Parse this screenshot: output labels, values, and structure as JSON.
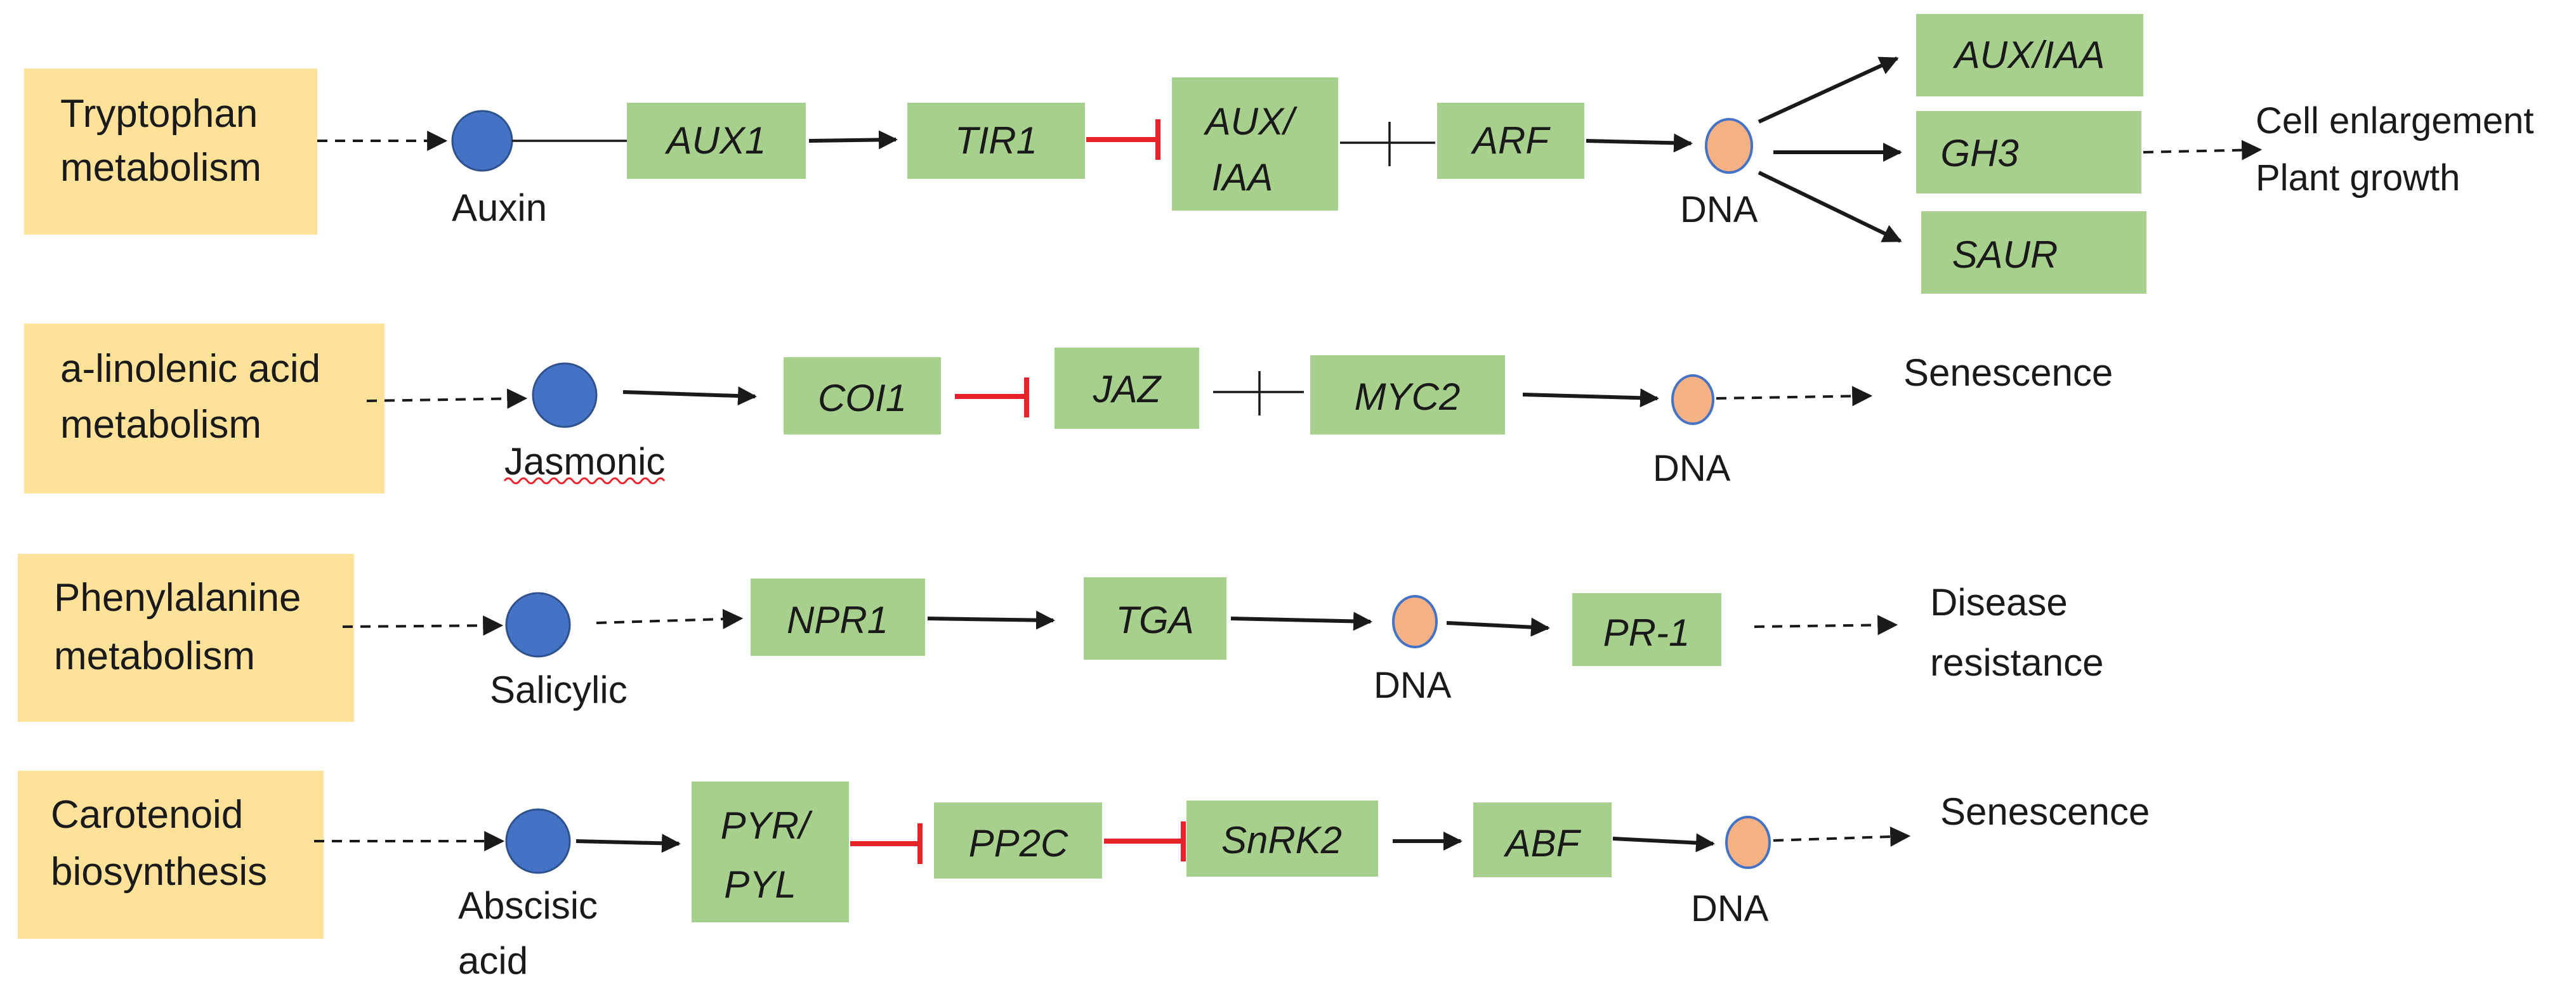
{
  "colors": {
    "metabolism_fill": "#ffe29a",
    "gene_fill": "#a8d08d",
    "hormone_fill": "#4472c4",
    "dna_fill": "#f4b183",
    "inhibition": "#e8222b",
    "arrow": "#1a1a1a"
  },
  "pathways": {
    "auxin": {
      "metabolism": [
        "Tryptophan",
        "metabolism"
      ],
      "hormone": "Auxin",
      "genes": {
        "aux1": "AUX1",
        "tir1": "TIR1",
        "aux_iaa": [
          "AUX/",
          "IAA"
        ],
        "arf": "ARF"
      },
      "dna": "DNA",
      "targets": {
        "aux_iaa": "AUX/IAA",
        "gh3": "GH3",
        "saur": "SAUR"
      },
      "outcome": [
        "Cell enlargement",
        "Plant growth"
      ]
    },
    "jasmonic": {
      "metabolism": [
        "a-linolenic acid",
        "metabolism"
      ],
      "hormone": "Jasmonic",
      "genes": {
        "coi1": "COI1",
        "jaz": "JAZ",
        "myc2": "MYC2"
      },
      "dna": "DNA",
      "outcome": "Senescence"
    },
    "salicylic": {
      "metabolism": [
        "Phenylalanine",
        "metabolism"
      ],
      "hormone": "Salicylic",
      "genes": {
        "npr1": "NPR1",
        "tga": "TGA",
        "pr1": "PR-1"
      },
      "dna": "DNA",
      "outcome": [
        "Disease",
        "resistance"
      ]
    },
    "abscisic": {
      "metabolism": [
        "Carotenoid",
        "biosynthesis"
      ],
      "hormone": [
        "Abscisic",
        "acid"
      ],
      "genes": {
        "pyr_pyl": [
          "PYR/",
          "PYL"
        ],
        "pp2c": "PP2C",
        "snrk2": "SnRK2",
        "abf": "ABF"
      },
      "dna": "DNA",
      "outcome": "Senescence"
    }
  }
}
